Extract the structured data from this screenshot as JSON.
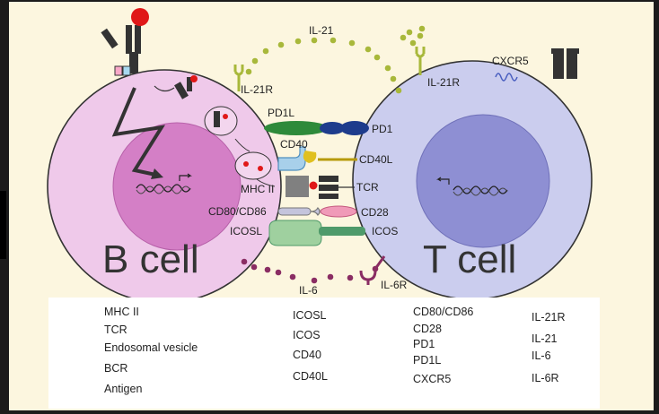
{
  "cells": {
    "b_cell": "B cell",
    "t_cell": "T cell"
  },
  "labels": {
    "il21_top": "IL-21",
    "il21r_b": "IL-21R",
    "il21r_t": "IL-21R",
    "cxcr5": "CXCR5",
    "pd1l": "PD1L",
    "pd1": "PD1",
    "cd40": "CD40",
    "cd40l": "CD40L",
    "mhc2": "MHC II",
    "tcr": "TCR",
    "cd80_86": "CD80/CD86",
    "cd28": "CD28",
    "icosl": "ICOSL",
    "icos": "ICOS",
    "il6": "IL-6",
    "il6r": "IL-6R"
  },
  "legend": {
    "col1": [
      "MHC II",
      "TCR",
      "Endosomal vesicle",
      "BCR",
      "Antigen"
    ],
    "col2": [
      "ICOSL",
      "ICOS",
      "CD40",
      "CD40L"
    ],
    "col3": [
      "CD80/CD86",
      "CD28",
      "PD1",
      "PD1L",
      "CXCR5"
    ],
    "col4": [
      "IL-21R",
      "IL-21",
      "IL-6",
      "IL-6R"
    ]
  },
  "colors": {
    "background": "#fcf6df",
    "b_cell_membrane": "#efc9ea",
    "b_cell_nucleus": "#d47fc6",
    "t_cell_membrane": "#cbcdee",
    "t_cell_nucleus": "#8e8fd3",
    "il21": "#a8b83a",
    "il6": "#8a2d63",
    "pd1": "#1e3c8c",
    "pd1l": "#2e8a3a",
    "icos": "#4f9a6a",
    "cd40": "#7fb3d5",
    "cd40l": "#e0c020",
    "cd28": "#e58aa8",
    "cd80_86": "#b4b4d0",
    "antigen": "#e01818",
    "mhc2": "#808080"
  }
}
